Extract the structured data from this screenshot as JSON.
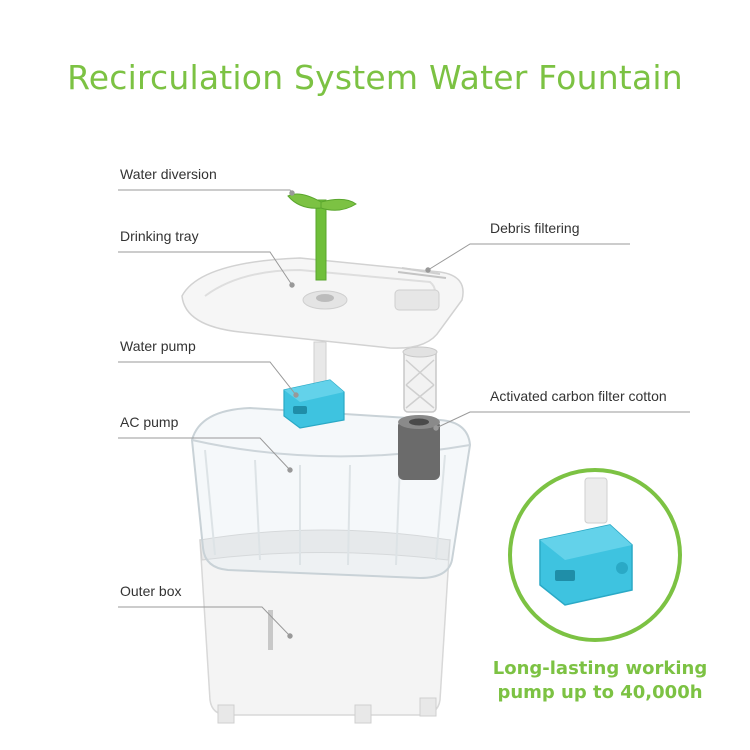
{
  "title": "Recirculation System Water Fountain",
  "labels": {
    "water_diversion": "Water diversion",
    "drinking_tray": "Drinking tray",
    "water_pump": "Water pump",
    "ac_pump": "AC pump",
    "outer_box": "Outer box",
    "debris_filtering": "Debris filtering",
    "carbon_filter": "Activated carbon filter cotton"
  },
  "callout": {
    "line1": "Long-lasting working",
    "line2": "pump up to 40,000h"
  },
  "colors": {
    "accent_green": "#7cc243",
    "pump_blue": "#3ec3e0",
    "label_text": "#333333",
    "leader_line": "#999999"
  }
}
